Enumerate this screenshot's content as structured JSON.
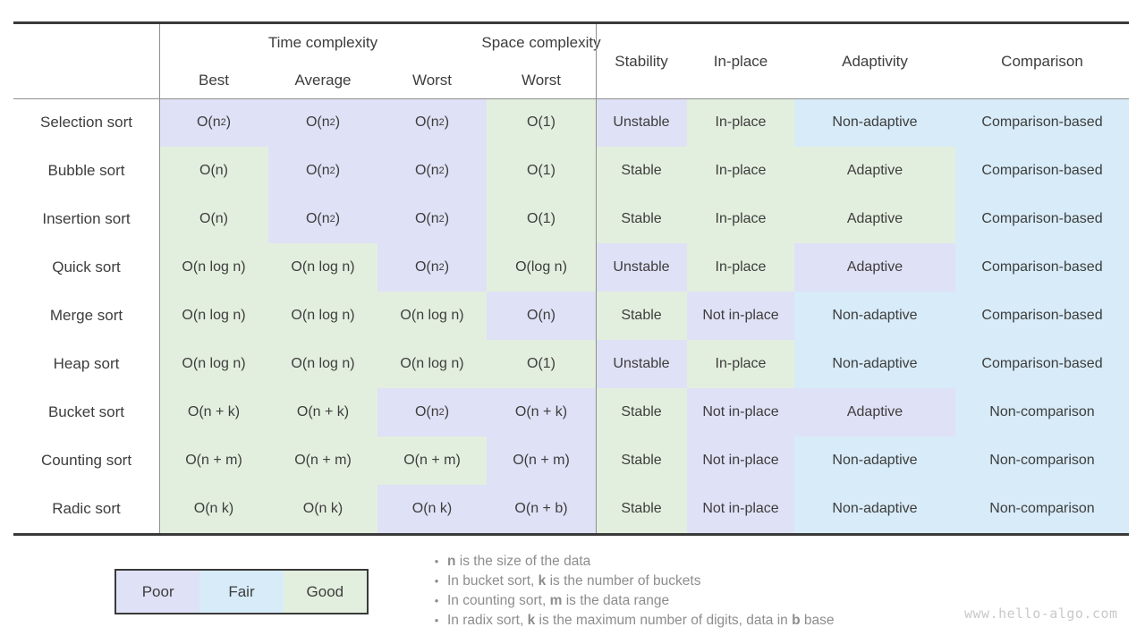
{
  "palette": {
    "poor": "#dfe1f6",
    "fair": "#d7ebf8",
    "good": "#e3efde"
  },
  "header": {
    "time_complexity": "Time complexity",
    "space_complexity": "Space complexity",
    "sub": [
      "Best",
      "Average",
      "Worst",
      "Worst"
    ],
    "right": [
      "Stability",
      "In-place",
      "Adaptivity",
      "Comparison"
    ]
  },
  "rows": [
    {
      "label": "Selection sort",
      "cells": [
        {
          "text": "O(n^2)",
          "rating": "poor"
        },
        {
          "text": "O(n^2)",
          "rating": "poor"
        },
        {
          "text": "O(n^2)",
          "rating": "poor"
        },
        {
          "text": "O(1)",
          "rating": "good"
        },
        {
          "text": "Unstable",
          "rating": "poor"
        },
        {
          "text": "In-place",
          "rating": "good"
        },
        {
          "text": "Non-adaptive",
          "rating": "fair"
        },
        {
          "text": "Comparison-based",
          "rating": "fair"
        }
      ]
    },
    {
      "label": "Bubble sort",
      "cells": [
        {
          "text": "O(n)",
          "rating": "good"
        },
        {
          "text": "O(n^2)",
          "rating": "poor"
        },
        {
          "text": "O(n^2)",
          "rating": "poor"
        },
        {
          "text": "O(1)",
          "rating": "good"
        },
        {
          "text": "Stable",
          "rating": "good"
        },
        {
          "text": "In-place",
          "rating": "good"
        },
        {
          "text": "Adaptive",
          "rating": "good"
        },
        {
          "text": "Comparison-based",
          "rating": "fair"
        }
      ]
    },
    {
      "label": "Insertion sort",
      "cells": [
        {
          "text": "O(n)",
          "rating": "good"
        },
        {
          "text": "O(n^2)",
          "rating": "poor"
        },
        {
          "text": "O(n^2)",
          "rating": "poor"
        },
        {
          "text": "O(1)",
          "rating": "good"
        },
        {
          "text": "Stable",
          "rating": "good"
        },
        {
          "text": "In-place",
          "rating": "good"
        },
        {
          "text": "Adaptive",
          "rating": "good"
        },
        {
          "text": "Comparison-based",
          "rating": "fair"
        }
      ]
    },
    {
      "label": "Quick sort",
      "cells": [
        {
          "text": "O(n log n)",
          "rating": "good"
        },
        {
          "text": "O(n log n)",
          "rating": "good"
        },
        {
          "text": "O(n^2)",
          "rating": "poor"
        },
        {
          "text": "O(log n)",
          "rating": "good"
        },
        {
          "text": "Unstable",
          "rating": "poor"
        },
        {
          "text": "In-place",
          "rating": "good"
        },
        {
          "text": "Adaptive",
          "rating": "poor"
        },
        {
          "text": "Comparison-based",
          "rating": "fair"
        }
      ]
    },
    {
      "label": "Merge sort",
      "cells": [
        {
          "text": "O(n log n)",
          "rating": "good"
        },
        {
          "text": "O(n log n)",
          "rating": "good"
        },
        {
          "text": "O(n log n)",
          "rating": "good"
        },
        {
          "text": "O(n)",
          "rating": "poor"
        },
        {
          "text": "Stable",
          "rating": "good"
        },
        {
          "text": "Not in-place",
          "rating": "poor"
        },
        {
          "text": "Non-adaptive",
          "rating": "fair"
        },
        {
          "text": "Comparison-based",
          "rating": "fair"
        }
      ]
    },
    {
      "label": "Heap sort",
      "cells": [
        {
          "text": "O(n log n)",
          "rating": "good"
        },
        {
          "text": "O(n log n)",
          "rating": "good"
        },
        {
          "text": "O(n log n)",
          "rating": "good"
        },
        {
          "text": "O(1)",
          "rating": "good"
        },
        {
          "text": "Unstable",
          "rating": "poor"
        },
        {
          "text": "In-place",
          "rating": "good"
        },
        {
          "text": "Non-adaptive",
          "rating": "fair"
        },
        {
          "text": "Comparison-based",
          "rating": "fair"
        }
      ]
    },
    {
      "label": "Bucket sort",
      "cells": [
        {
          "text": "O(n + k)",
          "rating": "good"
        },
        {
          "text": "O(n + k)",
          "rating": "good"
        },
        {
          "text": "O(n^2)",
          "rating": "poor"
        },
        {
          "text": "O(n + k)",
          "rating": "poor"
        },
        {
          "text": "Stable",
          "rating": "good"
        },
        {
          "text": "Not in-place",
          "rating": "poor"
        },
        {
          "text": "Adaptive",
          "rating": "poor"
        },
        {
          "text": "Non-comparison",
          "rating": "fair"
        }
      ]
    },
    {
      "label": "Counting sort",
      "cells": [
        {
          "text": "O(n + m)",
          "rating": "good"
        },
        {
          "text": "O(n + m)",
          "rating": "good"
        },
        {
          "text": "O(n + m)",
          "rating": "good"
        },
        {
          "text": "O(n + m)",
          "rating": "poor"
        },
        {
          "text": "Stable",
          "rating": "good"
        },
        {
          "text": "Not in-place",
          "rating": "poor"
        },
        {
          "text": "Non-adaptive",
          "rating": "fair"
        },
        {
          "text": "Non-comparison",
          "rating": "fair"
        }
      ]
    },
    {
      "label": "Radic sort",
      "cells": [
        {
          "text": "O(n k)",
          "rating": "good"
        },
        {
          "text": "O(n k)",
          "rating": "good"
        },
        {
          "text": "O(n k)",
          "rating": "poor"
        },
        {
          "text": "O(n + b)",
          "rating": "poor"
        },
        {
          "text": "Stable",
          "rating": "good"
        },
        {
          "text": "Not in-place",
          "rating": "poor"
        },
        {
          "text": "Non-adaptive",
          "rating": "fair"
        },
        {
          "text": "Non-comparison",
          "rating": "fair"
        }
      ]
    }
  ],
  "legend": [
    {
      "label": "Poor",
      "rating": "poor"
    },
    {
      "label": "Fair",
      "rating": "fair"
    },
    {
      "label": "Good",
      "rating": "good"
    }
  ],
  "notes": [
    "**n** is the size of the data",
    "In bucket sort, **k** is the number of buckets",
    "In counting sort, **m** is the data range",
    "In radix sort, **k** is the maximum number of digits, data in **b** base"
  ],
  "watermark": "www.hello-algo.com"
}
